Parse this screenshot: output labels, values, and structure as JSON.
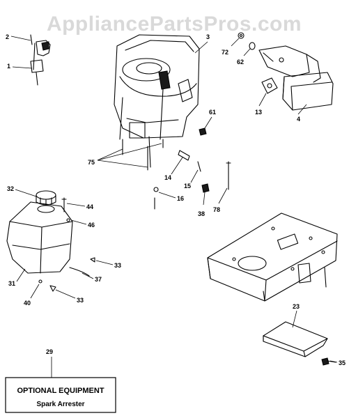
{
  "watermark": "AppliancePartsPros.com",
  "callouts": {
    "c1": "1",
    "c2": "2",
    "c3": "3",
    "c4": "4",
    "c13": "13",
    "c14": "14",
    "c15": "15",
    "c16": "16",
    "c23": "23",
    "c29": "29",
    "c31": "31",
    "c32": "32",
    "c33a": "33",
    "c33b": "33",
    "c35": "35",
    "c37": "37",
    "c38": "38",
    "c40": "40",
    "c44": "44",
    "c46": "46",
    "c61": "61",
    "c62": "62",
    "c72": "72",
    "c75": "75",
    "c78": "78"
  },
  "optional_box": {
    "title": "OPTIONAL EQUIPMENT",
    "subtitle": "Spark Arrester"
  },
  "icons": {
    "engine": "engine-icon",
    "muffler": "muffler-icon",
    "fuel_tank": "fuel-tank-icon",
    "mounting_plate": "mounting-plate-icon",
    "shield": "heat-shield-icon"
  }
}
